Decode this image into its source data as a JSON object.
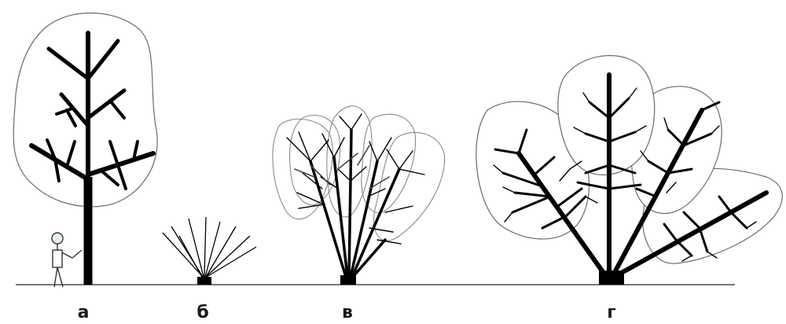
{
  "panels": [
    {
      "key": "a",
      "label": "а"
    },
    {
      "key": "b",
      "label": "б"
    },
    {
      "key": "v",
      "label": "в"
    },
    {
      "key": "g",
      "label": "г"
    }
  ]
}
